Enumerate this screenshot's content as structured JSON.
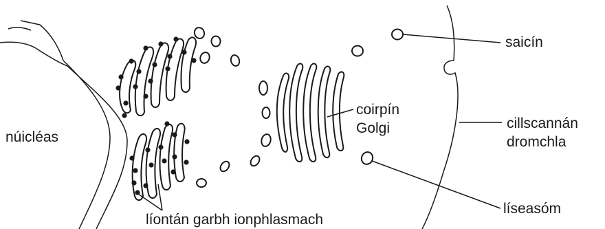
{
  "labels": {
    "nucleus": "núicléas",
    "rough_er": "líontán garbh ionphlasmach",
    "golgi_line1": "coirpín",
    "golgi_line2": "Golgi",
    "vesicle": "saicín",
    "membrane_line1": "cillscannán",
    "membrane_line2": "dromchla",
    "lysosome": "líseasóm"
  }
}
